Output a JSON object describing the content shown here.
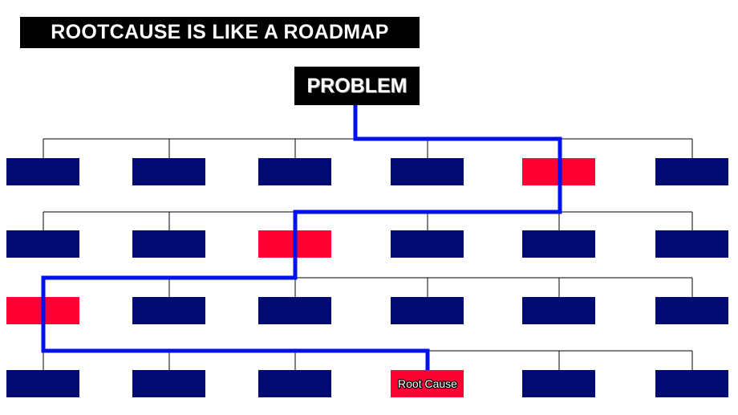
{
  "title": "ROOTCAUSE IS LIKE A ROADMAP",
  "problem_label": "PROBLEM",
  "root_cause_label": "Root Cause",
  "colors": {
    "node": "#000a73",
    "highlight": "#ff0033",
    "path": "#0011ee",
    "connector": "#000000"
  },
  "tree": {
    "rows": 4,
    "columns": 6,
    "highlighted": [
      {
        "row": 1,
        "col": 5
      },
      {
        "row": 2,
        "col": 3
      },
      {
        "row": 3,
        "col": 1
      },
      {
        "row": 4,
        "col": 4
      }
    ],
    "root_cause": {
      "row": 4,
      "col": 4
    }
  }
}
